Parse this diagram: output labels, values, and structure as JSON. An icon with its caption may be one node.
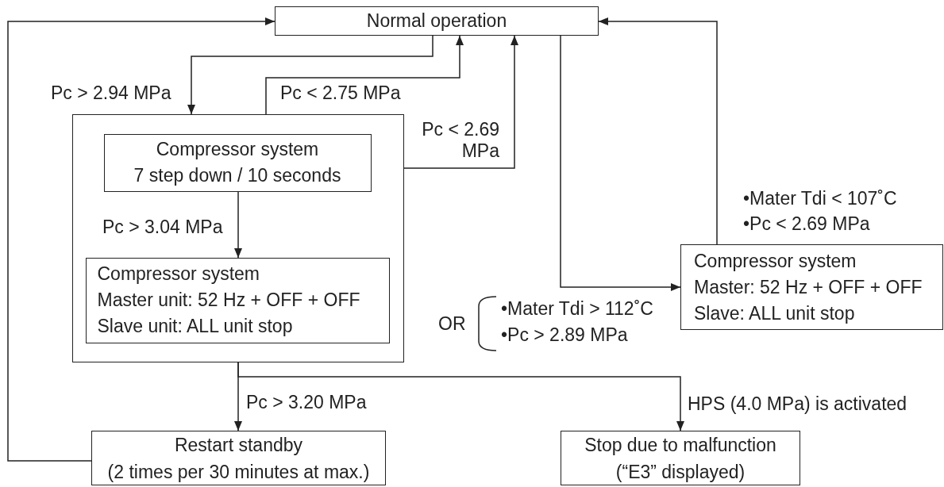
{
  "diagram": {
    "nodes": [
      {
        "text": [
          "Normal operation"
        ]
      },
      {
        "text": [],
        "shape": "box"
      },
      {
        "text": [
          "Compressor system",
          "7 step down / 10 seconds"
        ],
        "in": 1
      },
      {
        "text": [
          "Compressor system",
          "Master unit: 52 Hz + OFF + OFF",
          "Slave unit: ALL unit stop"
        ],
        "in": 1
      },
      {
        "text": [
          "Compressor system",
          "Master: 52 Hz + OFF + OFF",
          "Slave: ALL unit stop"
        ]
      },
      {
        "text": [
          "Restart standby",
          "(2 times per 30 minutes at max.)"
        ]
      },
      {
        "text": [
          "Stop due to malfunction",
          "(“E3” displayed)"
        ]
      }
    ],
    "edges": [
      {
        "from": 0,
        "to": 1,
        "arrow": "to",
        "label": "Pc > 2.94 MPa"
      },
      {
        "from": 1,
        "to": 0,
        "arrow": "to",
        "label": "Pc < 2.75 MPa"
      },
      {
        "from": 1,
        "to": 0,
        "arrow": "to",
        "label": "Pc < 2.69 MPa"
      },
      {
        "from": 2,
        "to": 3,
        "arrow": "to",
        "label": "Pc > 3.04 MPa"
      },
      {
        "from": 0,
        "to": 4,
        "arrow": "to"
      },
      {
        "from": 4,
        "to": 0,
        "arrow": "to"
      },
      {
        "from": 1,
        "to": 5,
        "arrow": "to",
        "label": "Pc > 3.20 MPa"
      },
      {
        "from": 1,
        "to": 6,
        "arrow": "to",
        "label": "HPS (4.0 MPa) is activated"
      },
      {
        "from": 5,
        "to": 0,
        "arrow": "to"
      }
    ],
    "labels": [
      "•Mater Tdi < 107˚C",
      "•Pc < 2.69 MPa",
      "OR",
      "•Mater Tdi > 112˚C",
      "•Pc > 2.89 MPa"
    ]
  }
}
